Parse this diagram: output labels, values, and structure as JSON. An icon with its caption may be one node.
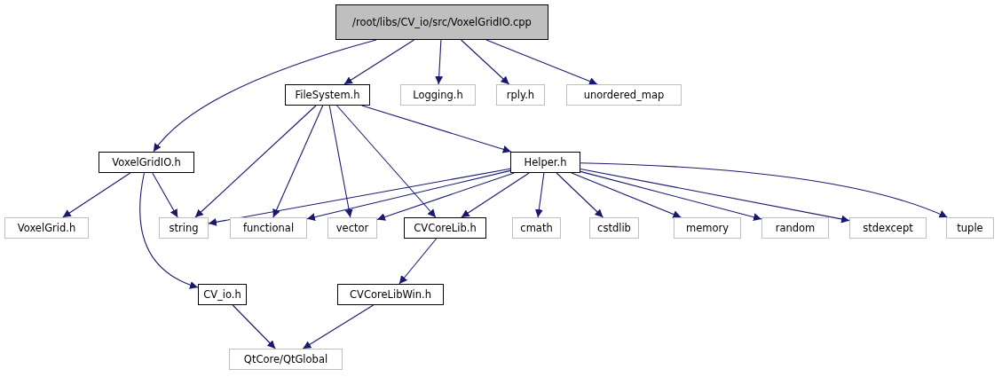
{
  "diagram": {
    "nodes": [
      {
        "text": [
          "/root/libs/CV_io/src/VoxelGridIO.cpp"
        ]
      },
      {
        "text": [
          "FileSystem.h"
        ]
      },
      {
        "text": [
          "Logging.h"
        ]
      },
      {
        "text": [
          "rply.h"
        ]
      },
      {
        "text": [
          "unordered_map"
        ]
      },
      {
        "text": [
          "VoxelGridIO.h"
        ]
      },
      {
        "text": [
          "Helper.h"
        ]
      },
      {
        "text": [
          "VoxelGrid.h"
        ]
      },
      {
        "text": [
          "string"
        ]
      },
      {
        "text": [
          "functional"
        ]
      },
      {
        "text": [
          "vector"
        ]
      },
      {
        "text": [
          "CVCoreLib.h"
        ]
      },
      {
        "text": [
          "cmath"
        ]
      },
      {
        "text": [
          "cstdlib"
        ]
      },
      {
        "text": [
          "memory"
        ]
      },
      {
        "text": [
          "random"
        ]
      },
      {
        "text": [
          "stdexcept"
        ]
      },
      {
        "text": [
          "tuple"
        ]
      },
      {
        "text": [
          "CV_io.h"
        ]
      },
      {
        "text": [
          "CVCoreLibWin.h"
        ]
      },
      {
        "text": [
          "QtCore/QtGlobal"
        ]
      }
    ],
    "edges": [
      {
        "from": 0,
        "to": 5,
        "arrow": "to"
      },
      {
        "from": 0,
        "to": 1,
        "arrow": "to"
      },
      {
        "from": 0,
        "to": 2,
        "arrow": "to"
      },
      {
        "from": 0,
        "to": 3,
        "arrow": "to"
      },
      {
        "from": 0,
        "to": 4,
        "arrow": "to"
      },
      {
        "from": 5,
        "to": 7,
        "arrow": "to"
      },
      {
        "from": 5,
        "to": 8,
        "arrow": "to"
      },
      {
        "from": 5,
        "to": 18,
        "arrow": "to"
      },
      {
        "from": 1,
        "to": 8,
        "arrow": "to"
      },
      {
        "from": 1,
        "to": 9,
        "arrow": "to"
      },
      {
        "from": 1,
        "to": 10,
        "arrow": "to"
      },
      {
        "from": 1,
        "to": 11,
        "arrow": "to"
      },
      {
        "from": 1,
        "to": 6,
        "arrow": "to"
      },
      {
        "from": 6,
        "to": 8,
        "arrow": "to"
      },
      {
        "from": 6,
        "to": 9,
        "arrow": "to"
      },
      {
        "from": 6,
        "to": 10,
        "arrow": "to"
      },
      {
        "from": 6,
        "to": 11,
        "arrow": "to"
      },
      {
        "from": 6,
        "to": 12,
        "arrow": "to"
      },
      {
        "from": 6,
        "to": 13,
        "arrow": "to"
      },
      {
        "from": 6,
        "to": 14,
        "arrow": "to"
      },
      {
        "from": 6,
        "to": 15,
        "arrow": "to"
      },
      {
        "from": 6,
        "to": 16,
        "arrow": "to"
      },
      {
        "from": 6,
        "to": 17,
        "arrow": "to"
      },
      {
        "from": 11,
        "to": 19,
        "arrow": "to"
      },
      {
        "from": 18,
        "to": 20,
        "arrow": "to"
      },
      {
        "from": 19,
        "to": 20,
        "arrow": "to"
      }
    ]
  }
}
